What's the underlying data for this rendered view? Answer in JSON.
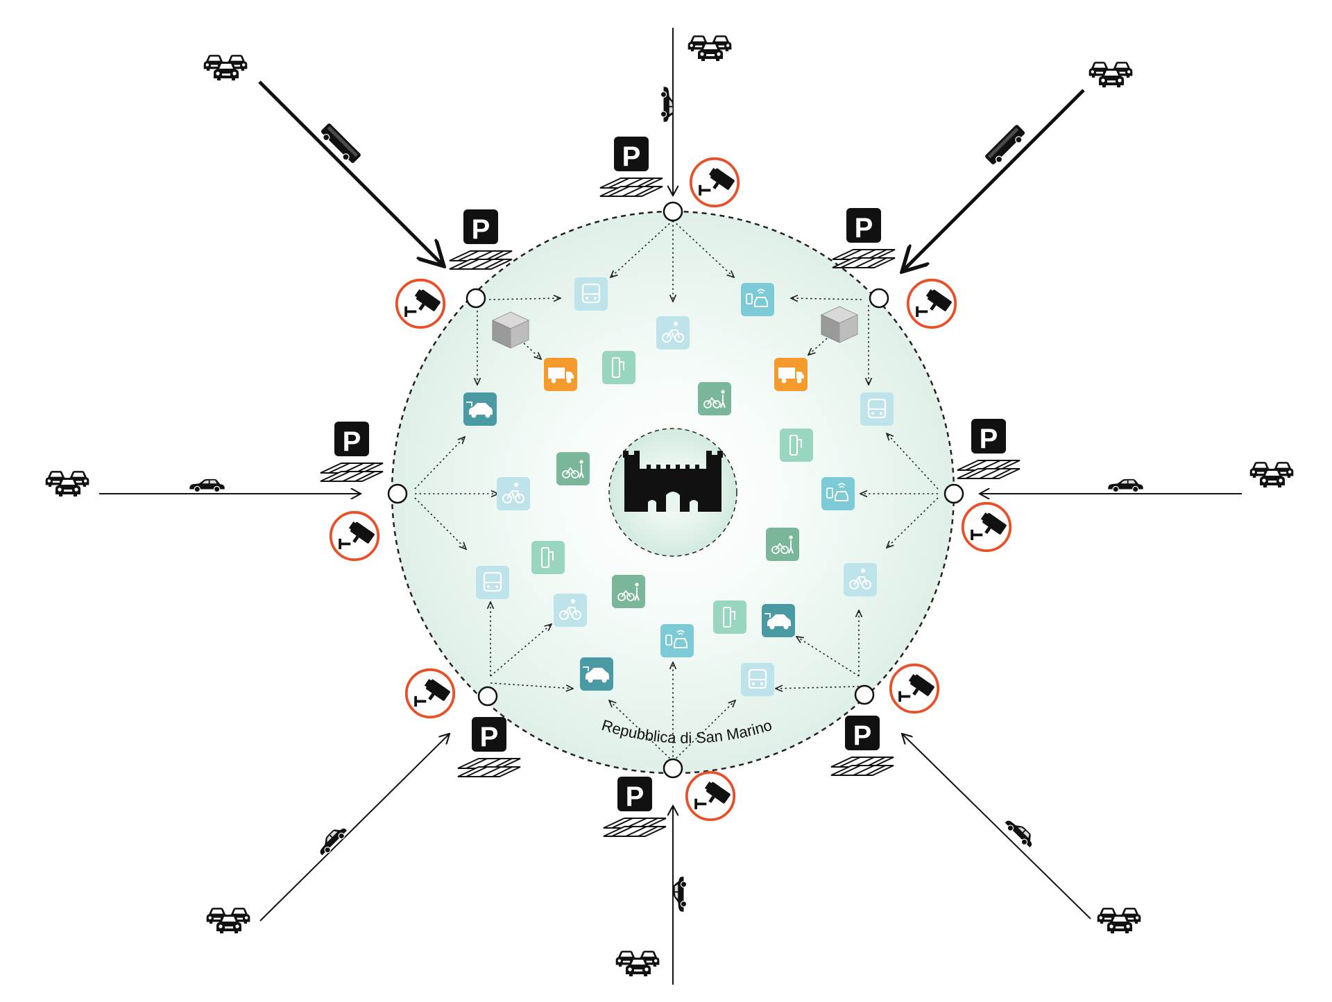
{
  "title": "Repubblica di San Marino",
  "colors": {
    "zone_fill": "#e6f3ee",
    "camera_ring": "#e8502a",
    "orange_tile": "#f59a2c",
    "teal_dark": "#4a9aa3",
    "teal_light": "#a9dde3",
    "teal_mid": "#7ccad6",
    "green_tile": "#79b69a",
    "mint_tile": "#98d6c0",
    "light_blue_tile": "#bfe3ea",
    "parking_black": "#111111"
  },
  "parking_label": "P",
  "access_gates": [
    {
      "name": "north",
      "parking": true,
      "camera": true,
      "traffic": "heavy"
    },
    {
      "name": "north-east",
      "parking": true,
      "camera": true,
      "traffic": "heavy"
    },
    {
      "name": "east",
      "parking": true,
      "camera": true,
      "traffic": "light"
    },
    {
      "name": "south-east",
      "parking": true,
      "camera": true,
      "traffic": "light"
    },
    {
      "name": "south",
      "parking": true,
      "camera": true,
      "traffic": "light"
    },
    {
      "name": "south-west",
      "parking": true,
      "camera": true,
      "traffic": "light"
    },
    {
      "name": "west",
      "parking": true,
      "camera": true,
      "traffic": "light"
    },
    {
      "name": "north-west",
      "parking": true,
      "camera": true,
      "traffic": "heavy"
    }
  ],
  "service_icons": [
    {
      "icon": "bus-icon",
      "tile": "light_blue_tile"
    },
    {
      "icon": "bicycle-icon",
      "tile": "light_blue_tile"
    },
    {
      "icon": "connected-car-icon",
      "tile": "teal_mid"
    },
    {
      "icon": "delivery-truck-icon",
      "tile": "orange_tile"
    },
    {
      "icon": "charging-station-icon",
      "tile": "mint_tile"
    },
    {
      "icon": "pedestrian-bike-icon",
      "tile": "green_tile"
    },
    {
      "icon": "electric-car-icon",
      "tile": "teal_dark"
    },
    {
      "icon": "logistics-hub-cube-icon",
      "tile": "none"
    },
    {
      "icon": "castle-fortress-icon",
      "tile": "none"
    },
    {
      "icon": "cctv-camera-icon",
      "tile": "none"
    },
    {
      "icon": "parking-sign-icon",
      "tile": "none"
    },
    {
      "icon": "car-queue-icon",
      "tile": "none"
    }
  ]
}
